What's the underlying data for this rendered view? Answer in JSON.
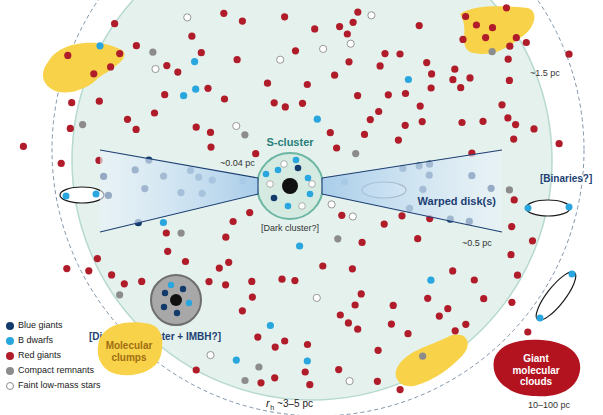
{
  "diagram": {
    "nodes": [
      {
        "text": [
          "S-cluster",
          "[Dark cluster?]"
        ]
      },
      {
        "text": [
          "Warped disk(s)"
        ]
      },
      {
        "text": [
          "[Disrupted cluster + IMBH?]"
        ]
      },
      {
        "text": [
          "Molecular clumps"
        ]
      },
      {
        "text": [
          "Giant molecular clouds"
        ]
      }
    ],
    "labels": [
      "~0.04 pc",
      "~0.5 pc",
      "~1.5 pc",
      "[Binaries?]",
      "r",
      "h",
      "~3–5 pc",
      "10–100 pc"
    ],
    "legend": [
      {
        "text": "Blue giants",
        "color": "#123a6b"
      },
      {
        "text": "B dwarfs",
        "color": "#2aa6df"
      },
      {
        "text": "Red giants",
        "color": "#b01c2a"
      },
      {
        "text": "Compact remnants",
        "color": "#8c8c8c"
      },
      {
        "text": "Faint low-mass stars",
        "color": "#ffffff"
      }
    ]
  }
}
